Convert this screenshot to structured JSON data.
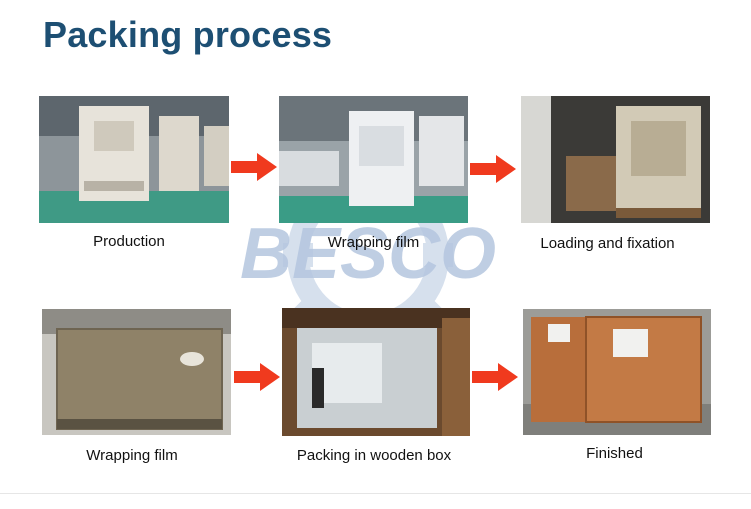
{
  "page": {
    "title": "Packing process",
    "watermark_text": "BESCO",
    "accent_color": "#1d4f73",
    "arrow_color": "#f03a1e"
  },
  "steps": [
    {
      "label": "Production"
    },
    {
      "label": "Wrapping film"
    },
    {
      "label": "Loading and fixation"
    },
    {
      "label": "Wrapping film"
    },
    {
      "label": "Packing in wooden box"
    },
    {
      "label": "Finished"
    }
  ]
}
